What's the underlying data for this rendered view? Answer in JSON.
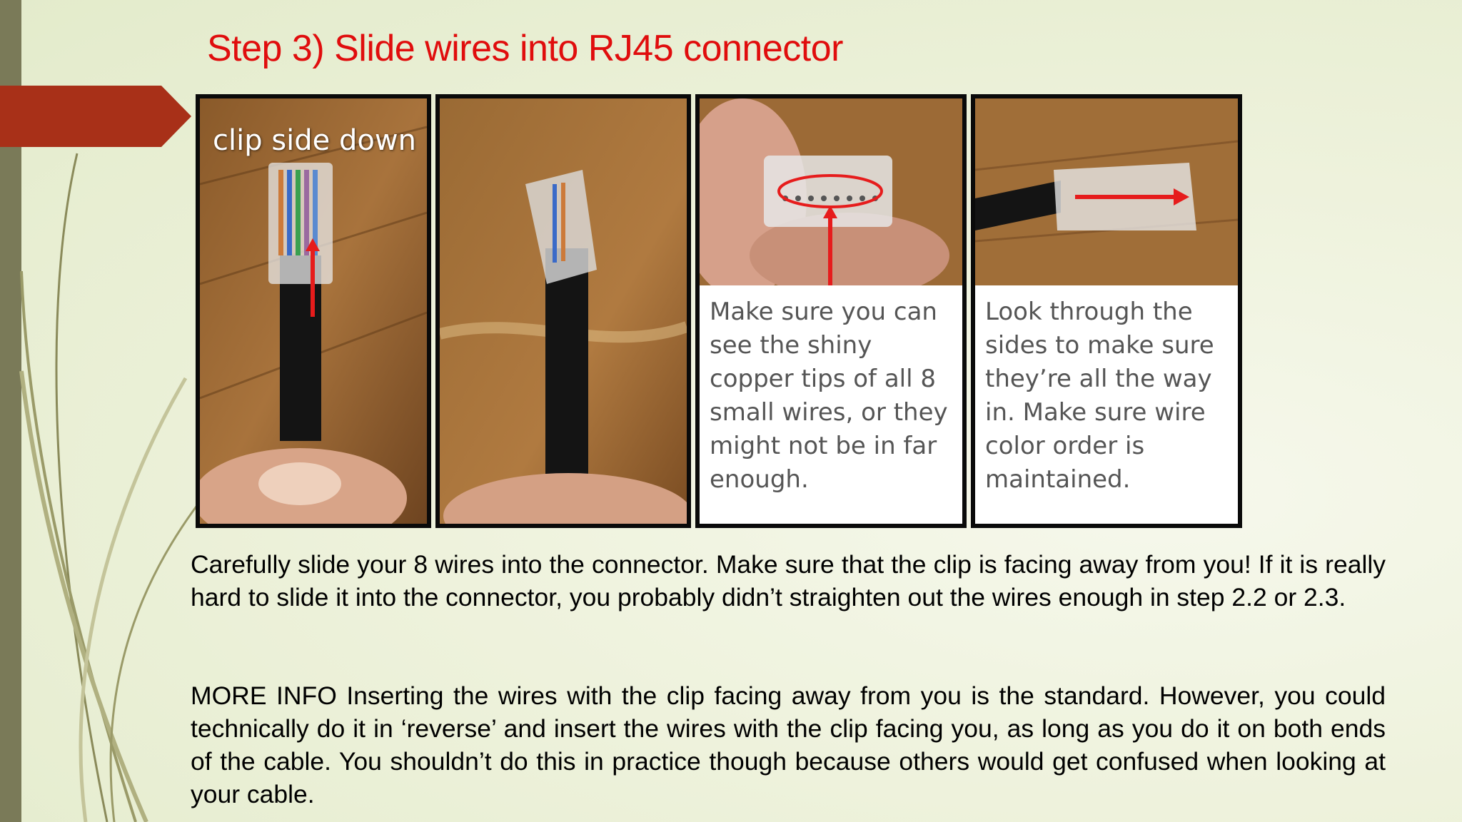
{
  "slide": {
    "title": "Step 3) Slide wires into RJ45 connector",
    "colors": {
      "title": "#e00d0d",
      "accent_arrow": "#a83018",
      "left_bar": "#7a7a58",
      "background": "#eef2dc"
    }
  },
  "photos": [
    {
      "caption": "clip side down",
      "description_icon": "photo-clip-side-down"
    },
    {
      "caption": "",
      "description_icon": "photo-side-view"
    },
    {
      "note": "Make sure you can see the shiny copper tips of all 8 small wires, or they might not be in far enough.",
      "description_icon": "photo-front-tips"
    },
    {
      "note": "Look through the sides to make sure they’re all the way in. Make sure wire color order is maintained.",
      "description_icon": "photo-side-check"
    }
  ],
  "body": {
    "paragraph1": "Carefully slide your 8 wires into the connector. Make sure that the clip is facing away from you! If it is really hard to slide it into the connector, you probably didn’t straighten out the wires enough in step 2.2 or 2.3.",
    "paragraph2": "MORE INFO Inserting the wires with the clip facing away from you is the standard. However, you could technically do it in ‘reverse’ and insert the wires with the clip facing you, as long as you do it on both ends of the cable. You shouldn’t do this in practice though because others would get confused when looking at your cable."
  }
}
